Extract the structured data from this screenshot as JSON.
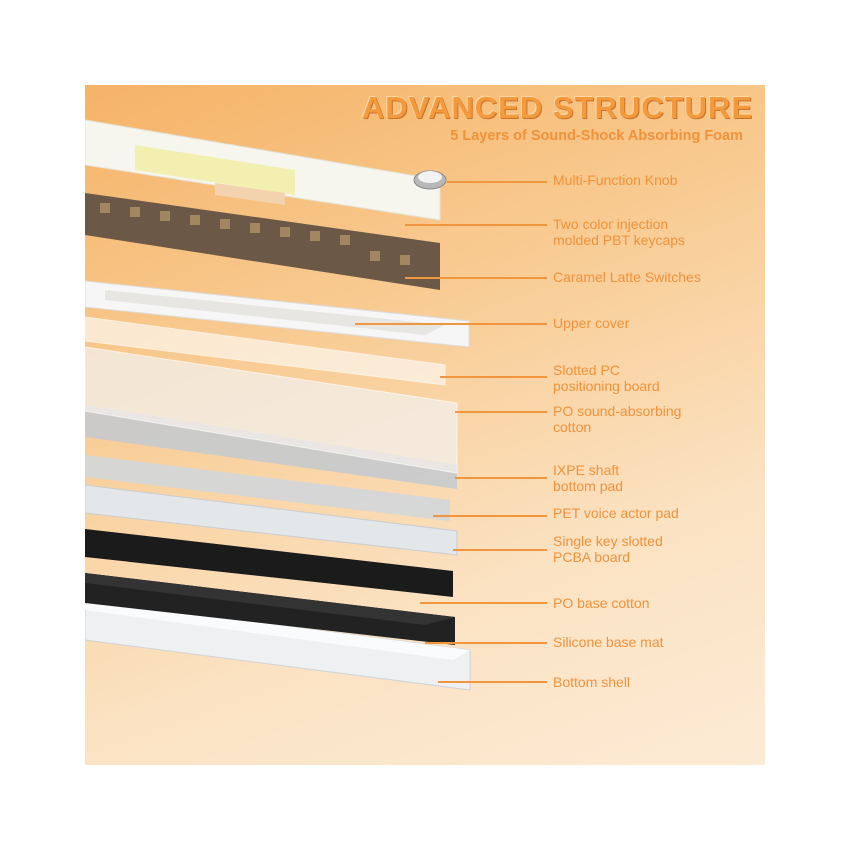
{
  "header": {
    "title": "ADVANCED  STRUCTURE",
    "subtitle": "5 Layers of Sound-Shock Absorbing Foam"
  },
  "labels": [
    {
      "lines": [
        "Multi-Function Knob"
      ]
    },
    {
      "lines": [
        "Two color injection",
        "molded PBT keycaps"
      ]
    },
    {
      "lines": [
        "Caramel Latte Switches"
      ]
    },
    {
      "lines": [
        "Upper cover"
      ]
    },
    {
      "lines": [
        "Slotted PC",
        "positioning board"
      ]
    },
    {
      "lines": [
        "PO sound-absorbing",
        "cotton"
      ]
    },
    {
      "lines": [
        "IXPE shaft",
        "bottom pad"
      ]
    },
    {
      "lines": [
        "PET voice actor pad"
      ]
    },
    {
      "lines": [
        "Single key slotted",
        "PCBA board"
      ]
    },
    {
      "lines": [
        "PO base cotton"
      ]
    },
    {
      "lines": [
        "Silicone base mat"
      ]
    },
    {
      "lines": [
        "Bottom shell"
      ]
    }
  ],
  "colors": {
    "accent": "#f0923a",
    "title": "#f29a3c"
  }
}
